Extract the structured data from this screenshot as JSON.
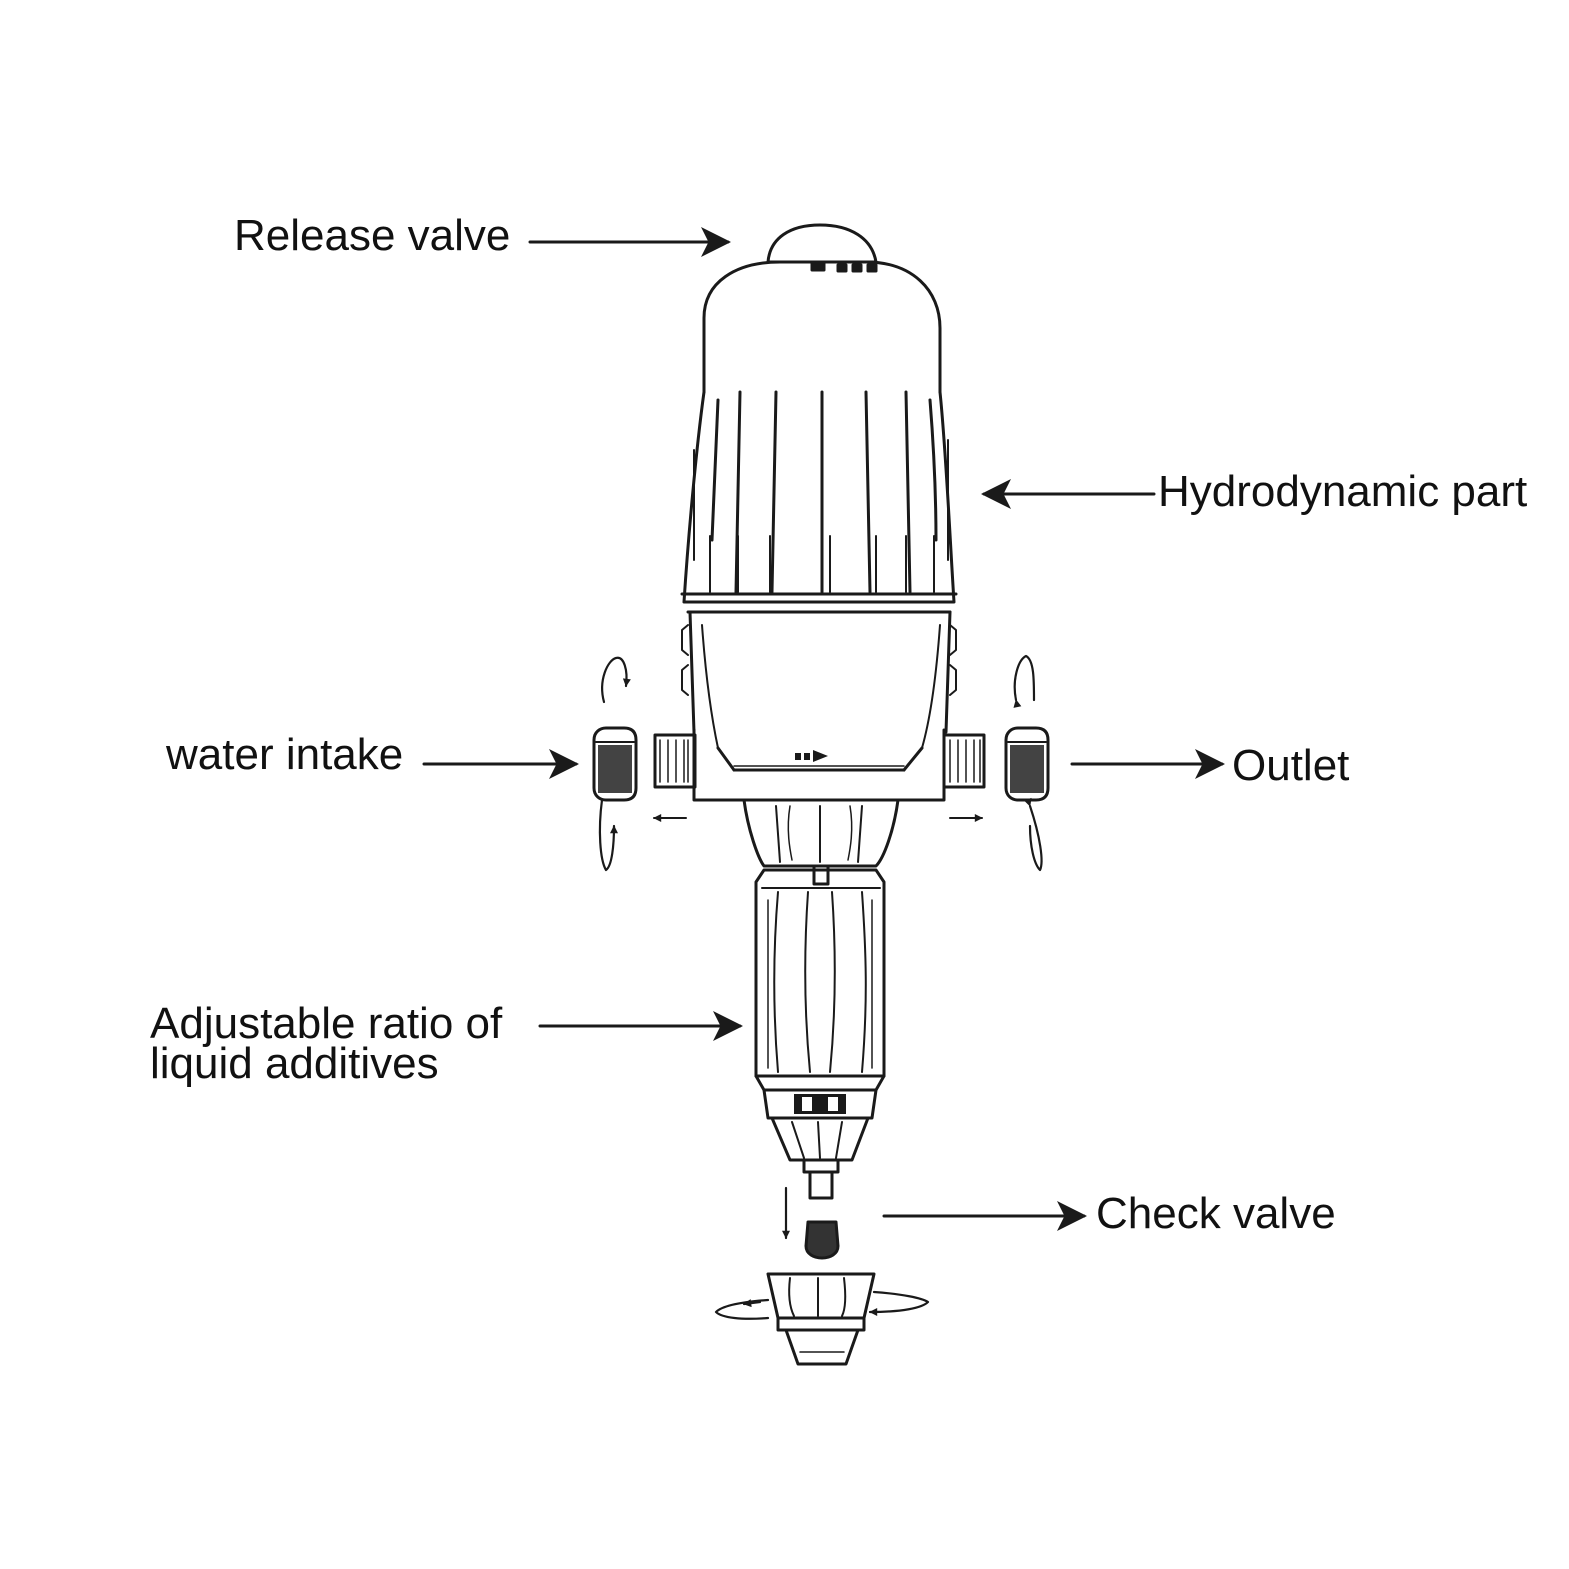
{
  "labels": {
    "release_valve": "Release valve",
    "hydrodynamic_part": "Hydrodynamic part",
    "water_intake": "water intake",
    "outlet": "Outlet",
    "adjustable_ratio_line1": "Adjustable ratio of",
    "adjustable_ratio_line2": "liquid additives",
    "check_valve": "Check valve"
  },
  "colors": {
    "line": "#1a1a1a",
    "background": "#ffffff"
  }
}
